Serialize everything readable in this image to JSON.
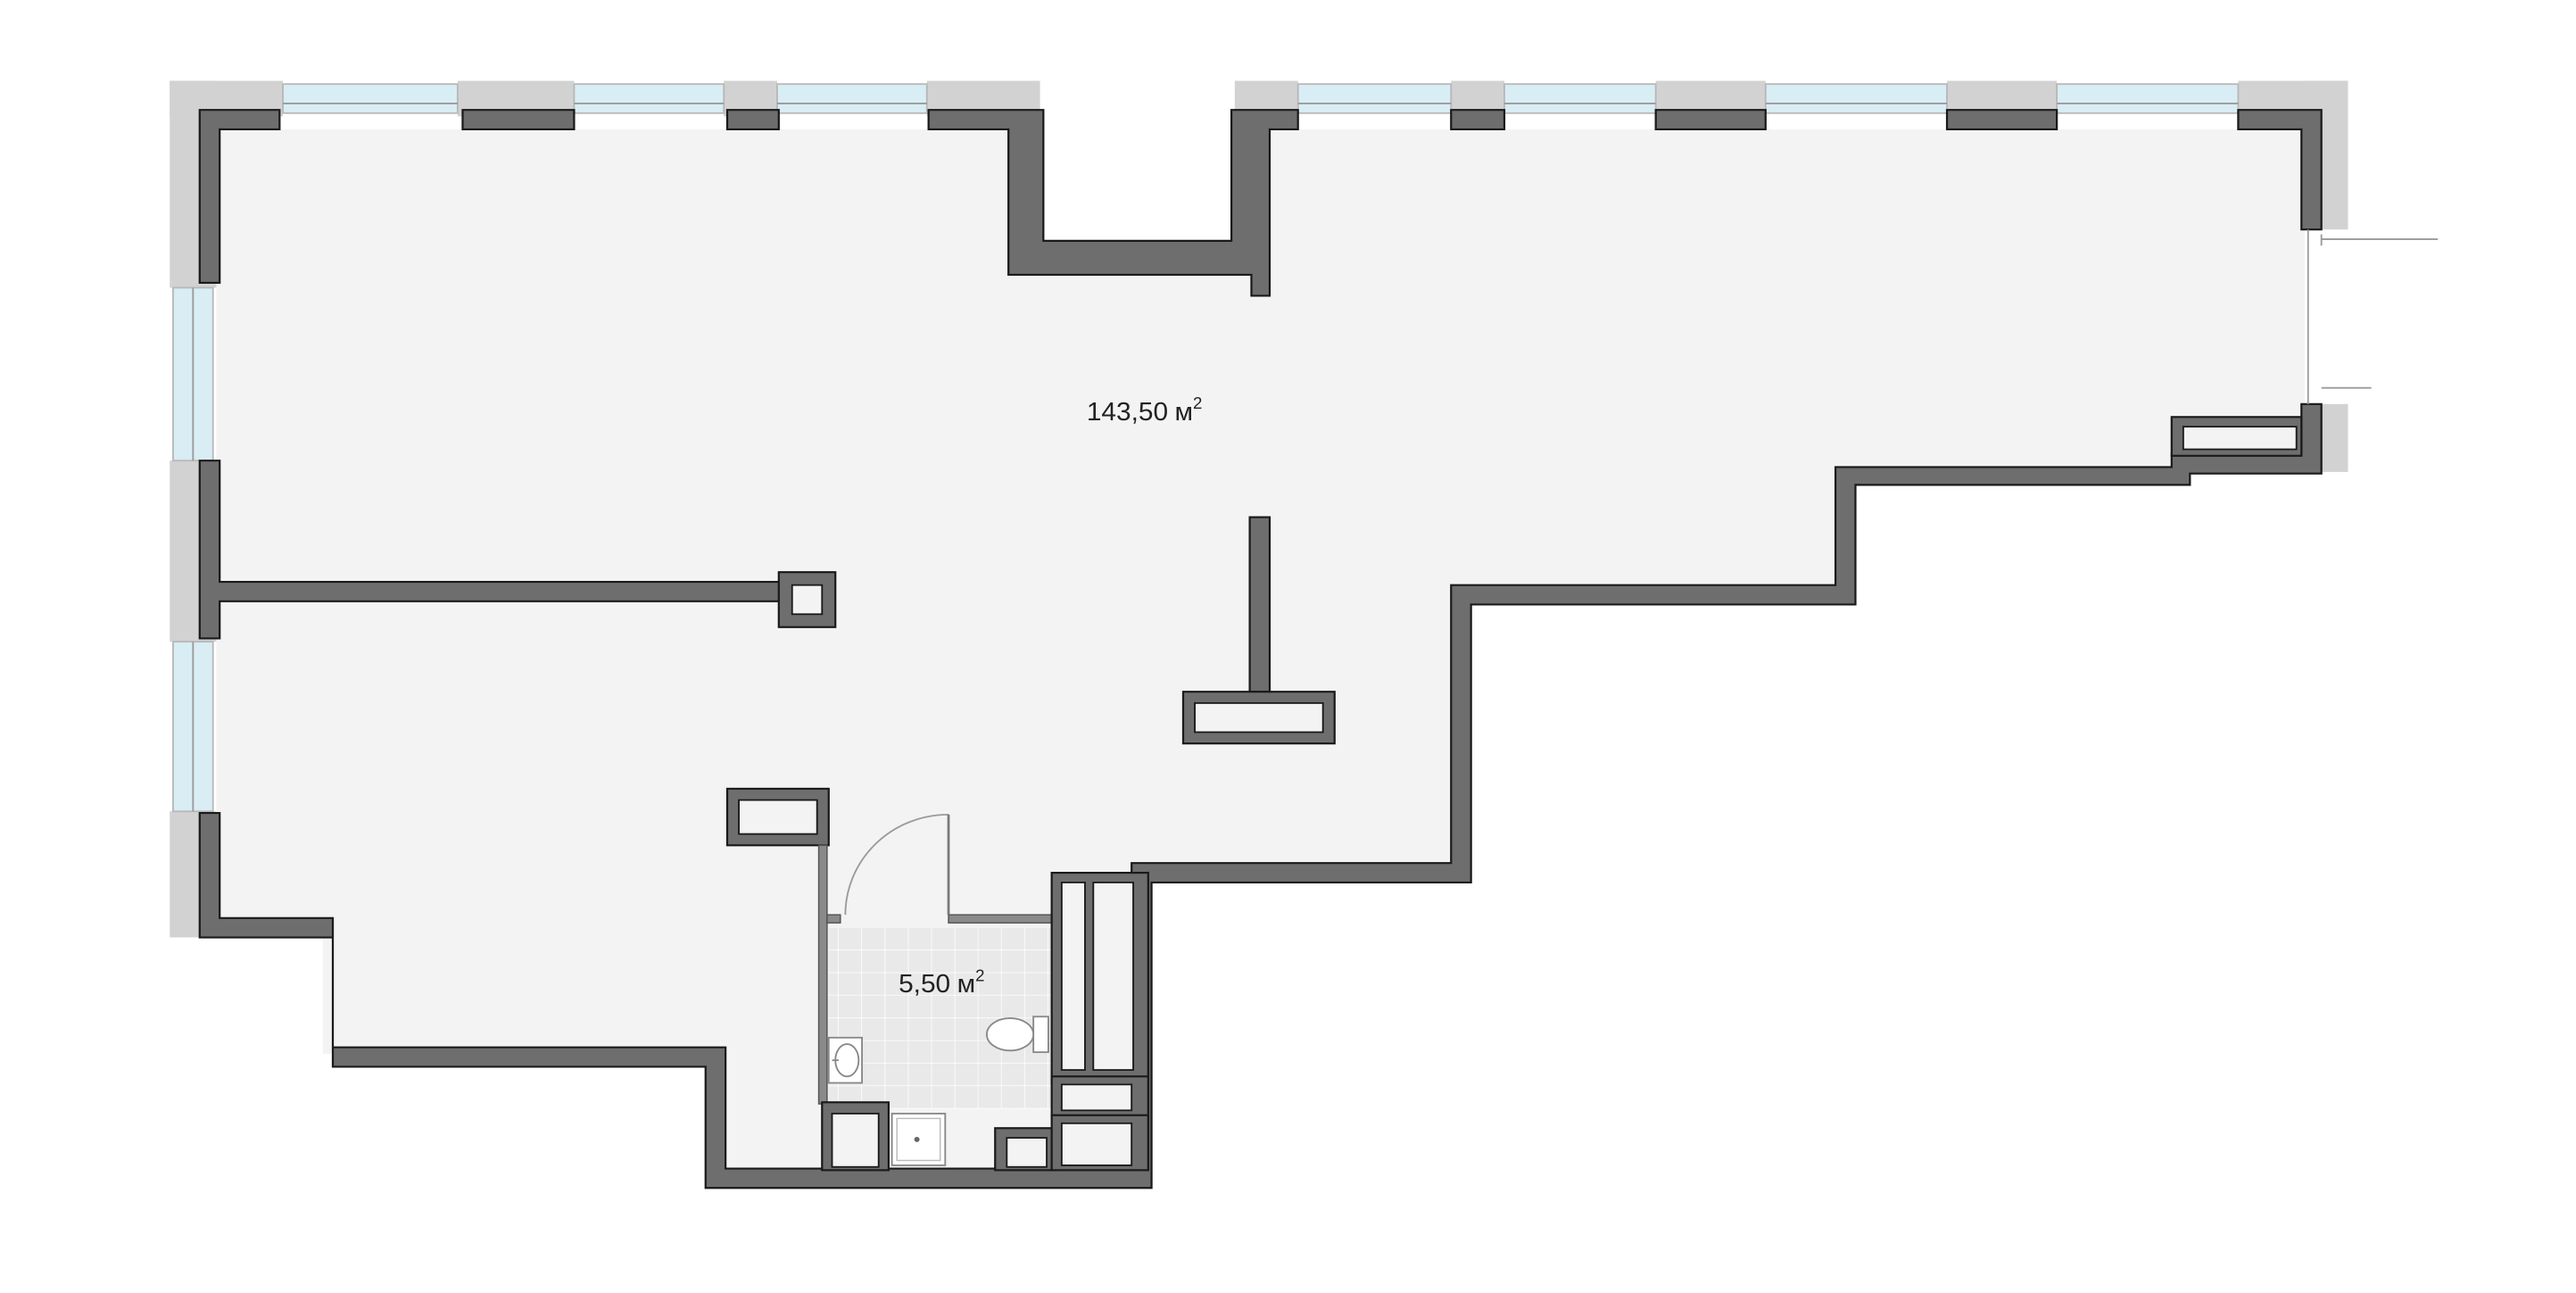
{
  "rooms": {
    "main": {
      "area": "143,50",
      "unit": "м",
      "sup": "2"
    },
    "bathroom": {
      "area": "5,50",
      "unit": "м",
      "sup": "2"
    }
  },
  "colors": {
    "wall": "#6e6e6e",
    "wall_outline": "#1a1a1a",
    "floor": "#f3f3f3",
    "bath_floor": "#e8e8e8",
    "window_glass": "#d9edf5",
    "exterior_block": "#d2d2d2"
  }
}
